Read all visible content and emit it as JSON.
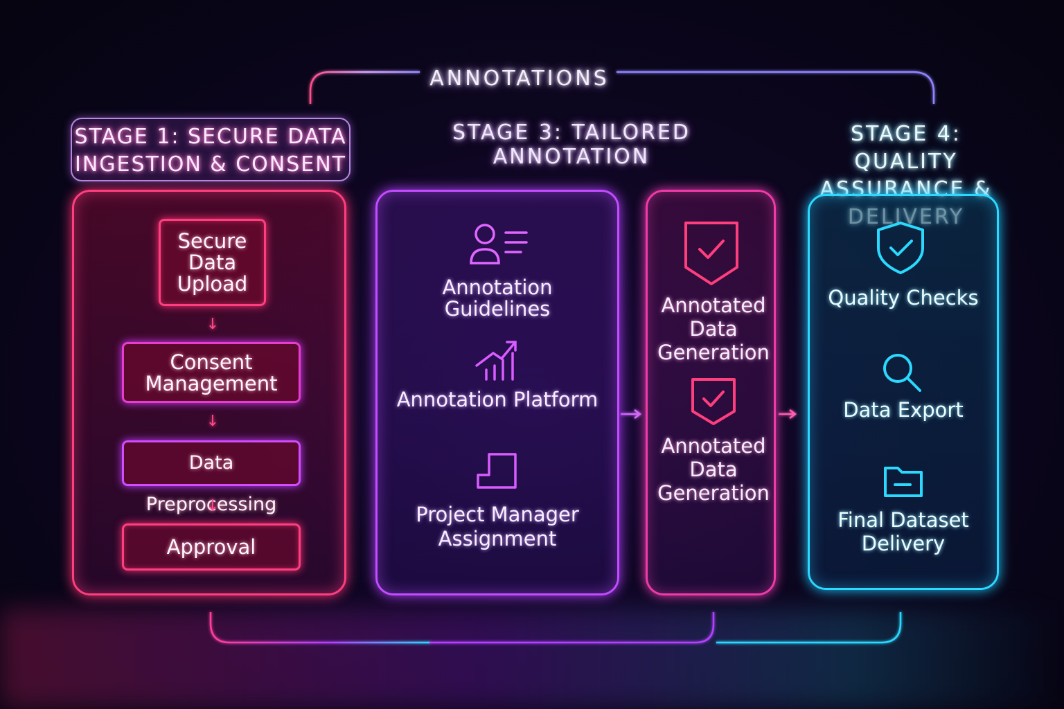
{
  "header": {
    "title": "ANNOTATIONS"
  },
  "stages": {
    "stage1": {
      "label": "STAGE 1: SECURE DATA INGESTION & CONSENT",
      "steps": [
        "Secure Data Upload",
        "Consent Management",
        "Data Preprocessing",
        "Approval"
      ]
    },
    "stage3": {
      "label": "STAGE 3: TAILORED ANNOTATION",
      "items": [
        {
          "label": "Annotation Guidelines",
          "icon": "user-list-icon"
        },
        {
          "label": "Annotation Platform",
          "icon": "growth-chart-icon"
        },
        {
          "label": "Project Manager Assignment",
          "icon": "corner-frame-icon"
        }
      ],
      "outputs": [
        {
          "label": "Annotated Data Generation",
          "icon": "shield-check-icon"
        },
        {
          "label": "Annotated Data Generation",
          "icon": "shield-check-icon"
        }
      ]
    },
    "stage4": {
      "label": "STAGE 4: QUALITY ASSURANCE & DELIVERY",
      "items": [
        {
          "label": "Quality Checks",
          "icon": "shield-check-icon"
        },
        {
          "label": "Data Export",
          "icon": "magnifier-icon"
        },
        {
          "label": "Final Dataset Delivery",
          "icon": "folder-icon"
        }
      ]
    }
  },
  "colors": {
    "stage1": "#ff3e7e",
    "stage3": "#c24cff",
    "stage3_output": "#f03aa8",
    "stage4": "#2bd9ff"
  }
}
